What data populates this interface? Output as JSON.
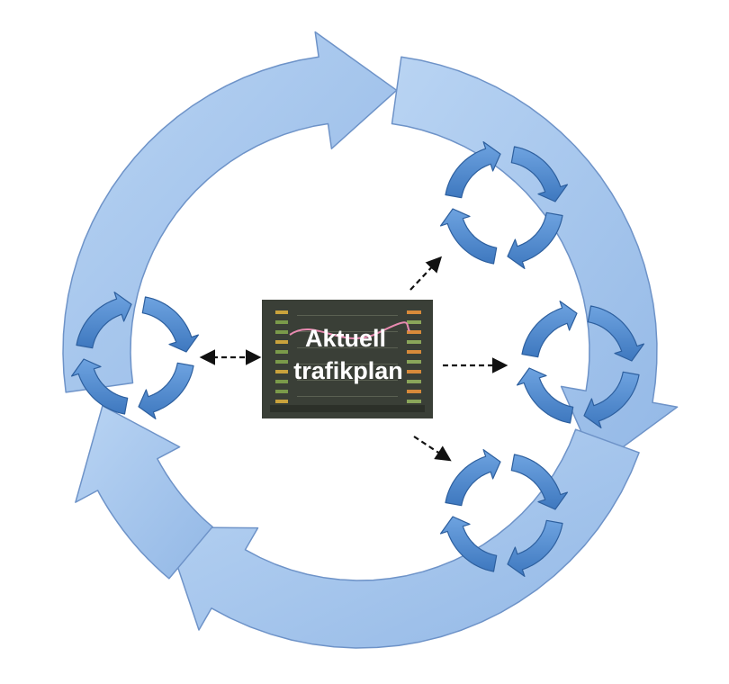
{
  "center": {
    "line1": "Aktuell",
    "line2": "trafikplan"
  },
  "colors": {
    "big_arrow_fill": "#9fc1ea",
    "big_arrow_stroke": "#6e93c8",
    "small_cycle_fill": "#4f88cd",
    "small_cycle_stroke": "#2d5f9e",
    "connector": "#111111",
    "center_box": "#3a3f37"
  },
  "icons": {
    "big_cycle": "circular-arrows",
    "small_cycle": "cycle-arrows-icon",
    "center_image": "traffic-plan-screenshot"
  }
}
